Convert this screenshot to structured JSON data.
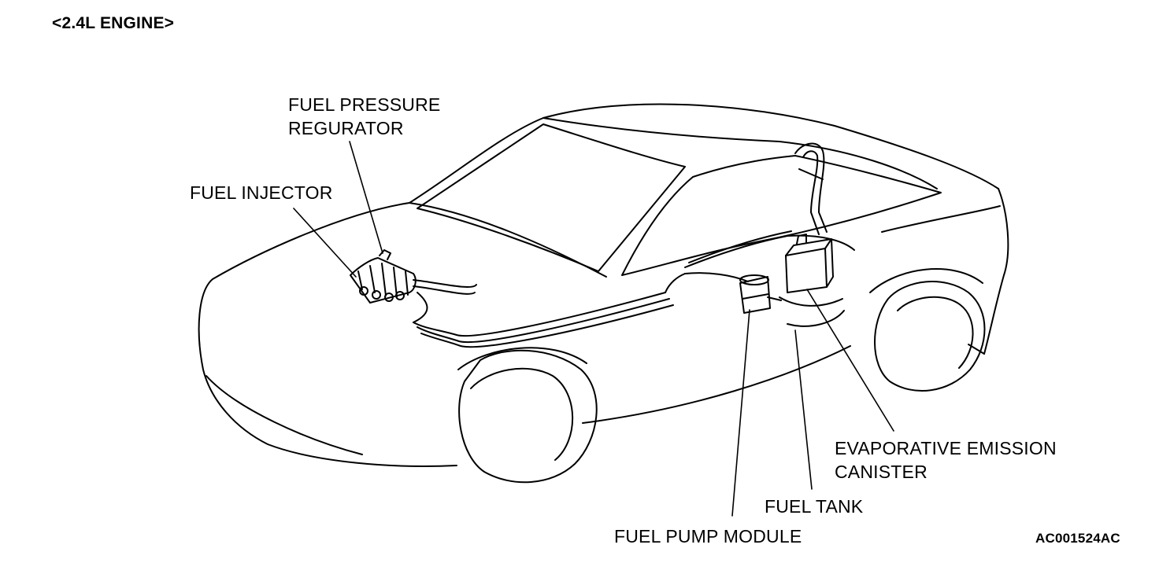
{
  "header": {
    "engine_variant": "<2.4L ENGINE>"
  },
  "labels": {
    "fuel_pressure_regulator": [
      "FUEL PRESSURE",
      "REGURATOR"
    ],
    "fuel_injector": "FUEL INJECTOR",
    "evaporative_emission_canister": [
      "EVAPORATIVE EMISSION",
      "CANISTER"
    ],
    "fuel_tank": "FUEL TANK",
    "fuel_pump_module": "FUEL PUMP MODULE"
  },
  "figure_code": "AC001524AC"
}
